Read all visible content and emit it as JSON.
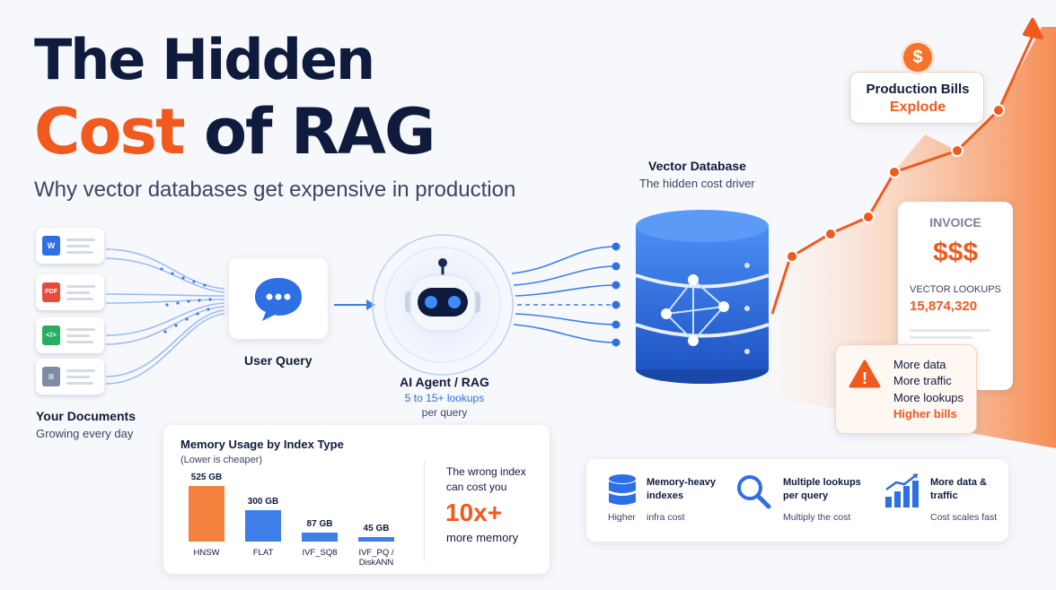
{
  "title": {
    "line1": "The Hidden",
    "line2_orange": "Cost",
    "line2_dark": "of RAG",
    "subtitle": "Why vector databases get expensive in production"
  },
  "documents": {
    "icons": [
      "W",
      "PDF",
      "</>",
      "≡"
    ],
    "title": "Your Documents",
    "subtitle": "Growing every day"
  },
  "user_query": {
    "label": "User Query"
  },
  "agent": {
    "title": "AI Agent / RAG",
    "sub1": "5 to 15+ lookups",
    "sub2": "per query"
  },
  "vector_db": {
    "title": "Vector Database",
    "subtitle": "The hidden cost driver"
  },
  "bills": {
    "icon": "$",
    "line1": "Production Bills",
    "line2": "Explode"
  },
  "invoice": {
    "title": "INVOICE",
    "amount": "$$$",
    "label": "VECTOR LOOKUPS",
    "value": "15,874,320"
  },
  "warning": {
    "icon": "!",
    "lines": [
      "More data",
      "More traffic",
      "More lookups"
    ],
    "highlight": "Higher bills"
  },
  "memory_chart": {
    "title": "Memory Usage by Index Type",
    "subtitle": "(Lower is cheaper)",
    "side_text1": "The wrong index",
    "side_text2": "can cost you",
    "big_value": "10x+",
    "side_text3": "more memory"
  },
  "chart_data": {
    "type": "bar",
    "categories": [
      "HNSW",
      "FLAT",
      "IVF_SQ8",
      "IVF_PQ / DiskANN"
    ],
    "values": [
      525,
      300,
      87,
      45
    ],
    "value_labels": [
      "525 GB",
      "300 GB",
      "87 GB",
      "45 GB"
    ],
    "colors": [
      "#f5813f",
      "#3d7ee8",
      "#3d7ee8",
      "#3d7ee8"
    ],
    "title": "Memory Usage by Index Type",
    "ylabel": "",
    "xlabel": ""
  },
  "features": [
    {
      "icon": "database-icon",
      "title": "Memory-heavy\nindexes",
      "sub_a": "Higher",
      "sub_b": "infra cost"
    },
    {
      "icon": "magnifier-icon",
      "title": "Multiple lookups\nper query",
      "sub_a": "",
      "sub_b": "Multiply the cost"
    },
    {
      "icon": "growth-chart-icon",
      "title": "More data &\ntraffic",
      "sub_a": "",
      "sub_b": "Cost scales fast"
    }
  ],
  "colors": {
    "navy": "#0f1b3d",
    "orange": "#f05a1f",
    "blue": "#3d7ee8",
    "accent_blue": "#2f6fe4"
  }
}
